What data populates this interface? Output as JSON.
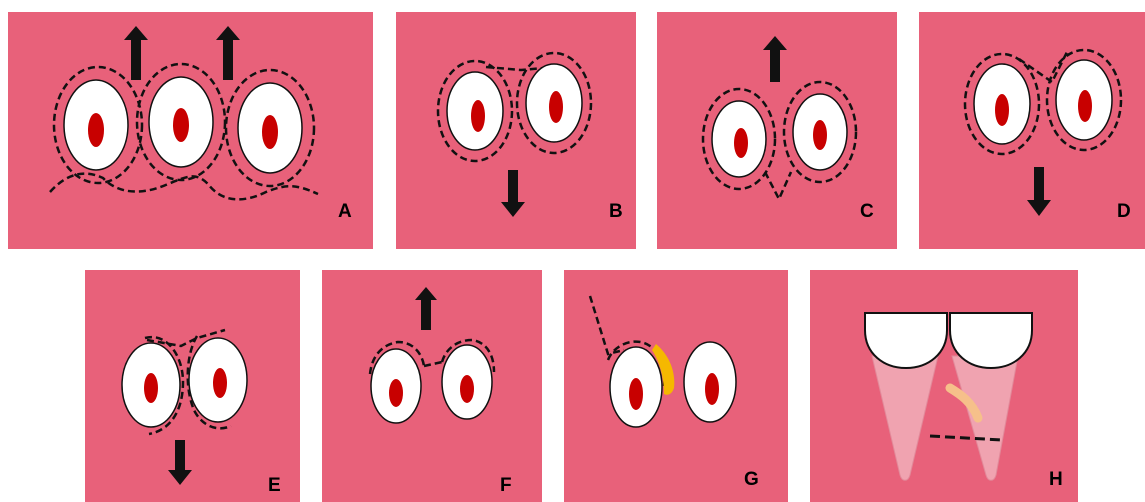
{
  "colors": {
    "background": "#E8617A",
    "tooth": "#FFFFFF",
    "pulp": "#C80000",
    "outline": "#111111",
    "root": "#F0A3B0",
    "accent_yellow": "#F5B800",
    "accent_peach": "#F6C08A"
  },
  "panels": [
    {
      "label": "A"
    },
    {
      "label": "B"
    },
    {
      "label": "C"
    },
    {
      "label": "D"
    },
    {
      "label": "E"
    },
    {
      "label": "F"
    },
    {
      "label": "G"
    },
    {
      "label": "H"
    }
  ]
}
